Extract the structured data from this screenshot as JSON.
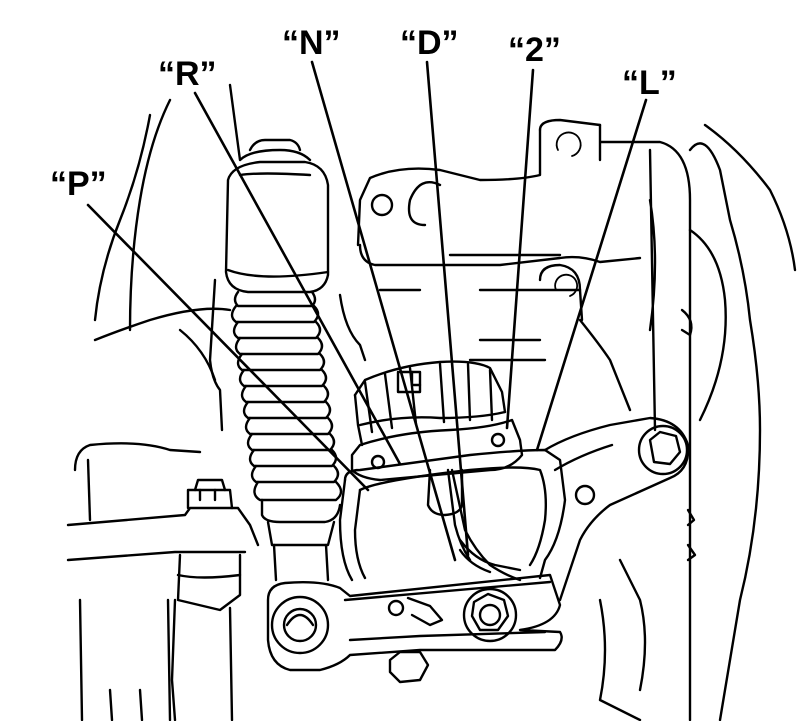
{
  "diagram": {
    "background_color": "#ffffff",
    "line_color": "#000000",
    "labels": [
      {
        "id": "P",
        "text": "“P”"
      },
      {
        "id": "R",
        "text": "“R”"
      },
      {
        "id": "N",
        "text": "“N”"
      },
      {
        "id": "D",
        "text": "“D”"
      },
      {
        "id": "2",
        "text": "“2”"
      },
      {
        "id": "L",
        "text": "“L”"
      }
    ]
  }
}
